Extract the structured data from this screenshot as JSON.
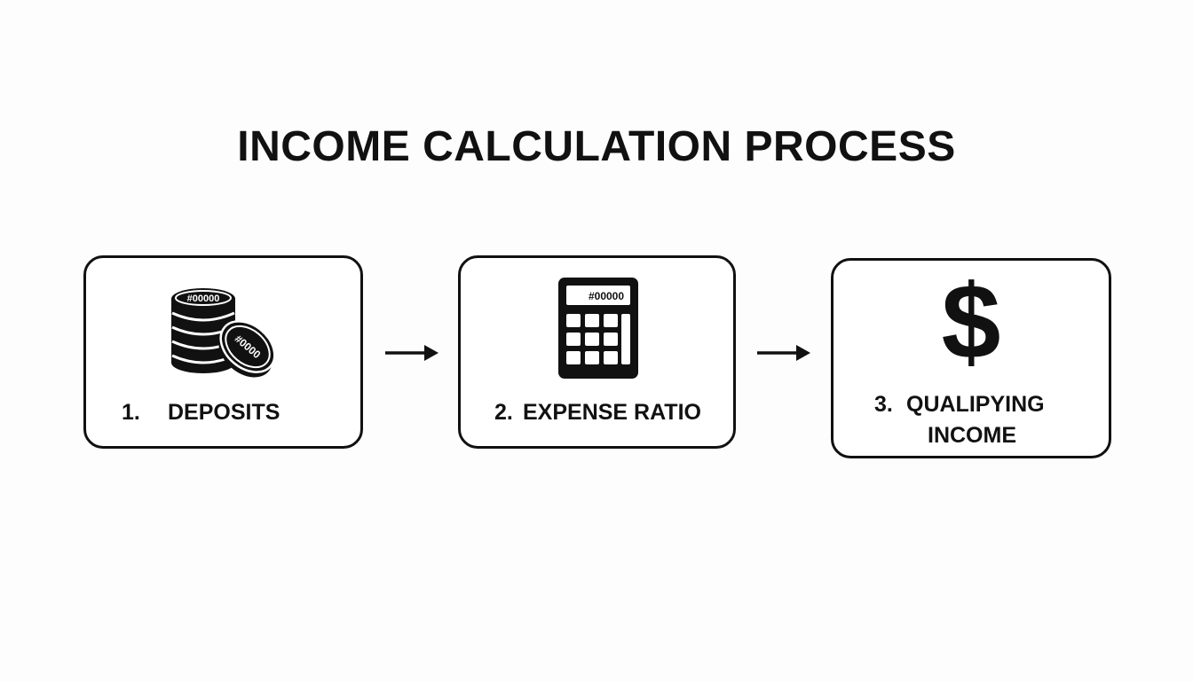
{
  "title": "INCOME CALCULATION PROCESS",
  "steps": [
    {
      "number": "1.",
      "label": "DEPOSITS",
      "icon": "coin-stack-icon",
      "icon_text_stack": "#00000",
      "icon_text_coin": "#0000"
    },
    {
      "number": "2.",
      "label": "EXPENSE RATIO",
      "icon": "calculator-icon",
      "icon_text_display": "#00000"
    },
    {
      "number": "3.",
      "label_line1": "QUALIPYING",
      "label_line2": "INCOME",
      "icon": "dollar-icon",
      "icon_glyph": "$"
    }
  ],
  "arrows": [
    "arrow-right-icon",
    "arrow-right-icon"
  ],
  "colors": {
    "foreground": "#111111",
    "background": "#fdfdfd"
  }
}
